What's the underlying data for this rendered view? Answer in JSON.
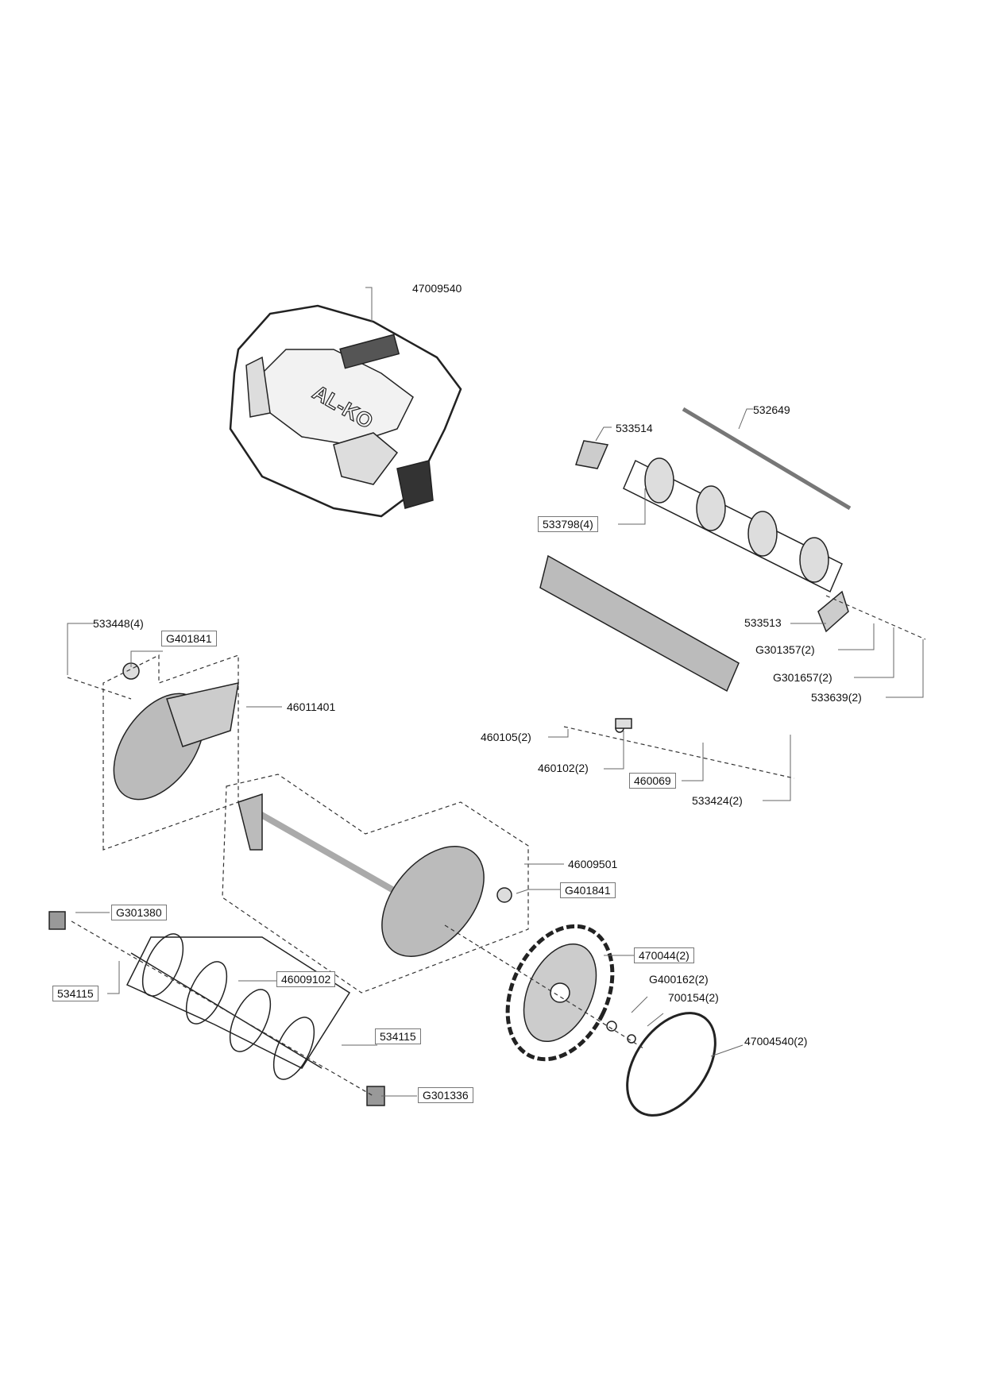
{
  "diagram": {
    "labels": {
      "housing": "47009540",
      "axle_rod": "532649",
      "bracket_left": "533514",
      "scarifier_rollers": "533798(4)",
      "screw_side": "533448(4)",
      "bearing_left": "G401841",
      "side_plate_left": "46011401",
      "bracket_right": "533513",
      "spring_right": "G301357(2)",
      "sleeve_right": "G301657(2)",
      "screw_right": "533639(2)",
      "nut": "460105(2)",
      "spring_blade": "460102(2)",
      "bottom_blade": "460069",
      "screw_blade": "533424(2)",
      "frame_right": "46009501",
      "bearing_right": "G401841",
      "pinion_left": "G301380",
      "wheel": "470044(2)",
      "key_left": "534115",
      "cutting_cylinder": "46009102",
      "washer": "G400162(2)",
      "circlip": "700154(2)",
      "key_right": "534115",
      "hubcap": "47004540(2)",
      "pinion_right": "G301336"
    },
    "logo": "AL-KO"
  }
}
